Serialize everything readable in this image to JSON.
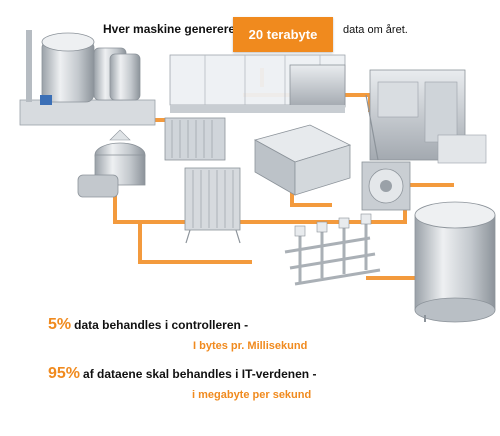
{
  "header": {
    "left_text": "Hver maskine genererer",
    "highlight": "20 terabyte",
    "right_text": "data om året."
  },
  "stats": [
    {
      "percent": "5%",
      "text": "data behandles i controlleren -",
      "detail": "I bytes pr. Millisekund"
    },
    {
      "percent": "95%",
      "text": "af dataene skal behandles i IT-verdenen -",
      "detail": "i megabyte per sekund"
    }
  ],
  "colors": {
    "accent": "#f08a1e",
    "pipe": "#f39a3d",
    "machine": "#c9cdd2"
  }
}
